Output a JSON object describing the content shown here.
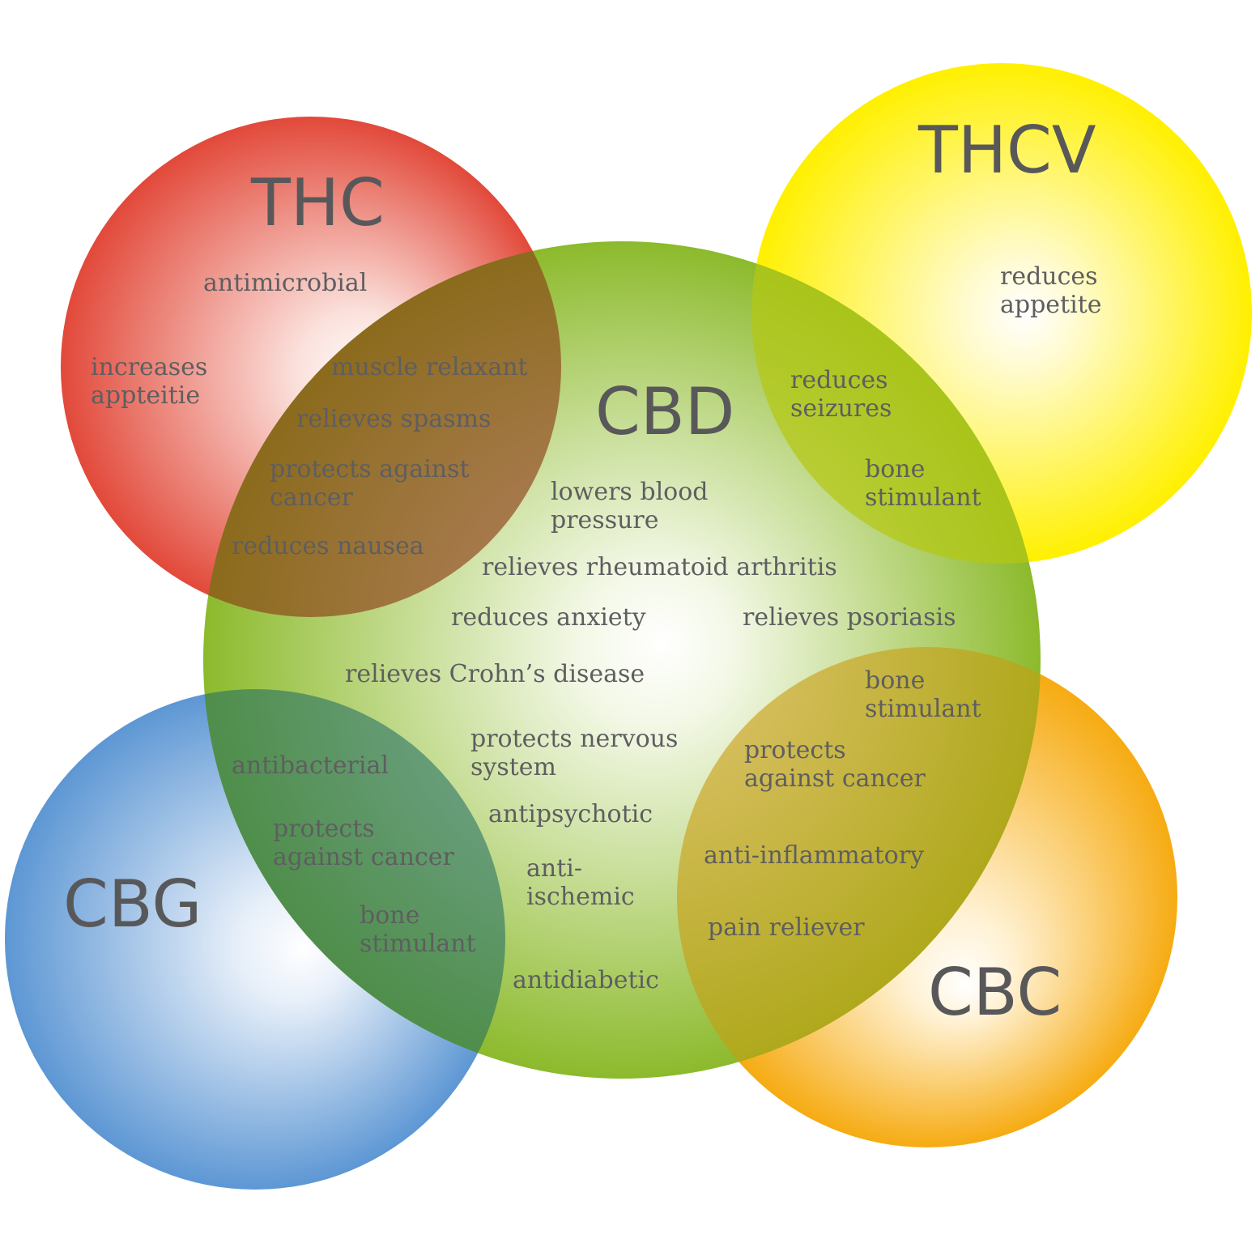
{
  "circles": {
    "thc": {
      "title": "THC",
      "color": "#e2493a",
      "effects": [
        "antimicrobial",
        [
          "increases",
          "appteitie"
        ]
      ]
    },
    "thcv": {
      "title": "THCV",
      "color": "#fff200",
      "effects": [
        [
          "reduces",
          "appetite"
        ]
      ]
    },
    "cbd": {
      "title": "CBD",
      "color": "#8fbc2e",
      "effects": [
        [
          "lowers blood",
          "pressure"
        ],
        "relieves rheumatoid arthritis",
        "reduces anxiety",
        "relieves psoriasis",
        "relieves Crohn’s disease",
        [
          "protects nervous",
          "system"
        ],
        "antipsychotic",
        [
          "anti-",
          "ischemic"
        ],
        "antidiabetic"
      ]
    },
    "cbg": {
      "title": "CBG",
      "color": "#4f8dd0",
      "effects": []
    },
    "cbc": {
      "title": "CBC",
      "color": "#f7a90f",
      "effects": []
    }
  },
  "overlaps": {
    "thc_cbd": [
      "muscle relaxant",
      "relieves spasms",
      [
        "protects against",
        "cancer"
      ],
      "reduces nausea"
    ],
    "thcv_cbd": [
      [
        "reduces",
        "seizures"
      ],
      [
        "bone",
        "stimulant"
      ]
    ],
    "cbg_cbd": [
      "antibacterial",
      [
        "protects",
        "against cancer"
      ],
      [
        "bone",
        "stimulant"
      ]
    ],
    "cbc_cbd": [
      [
        "bone",
        "stimulant"
      ],
      [
        "protects",
        "against cancer"
      ],
      "anti-inflammatory",
      "pain reliever"
    ]
  }
}
